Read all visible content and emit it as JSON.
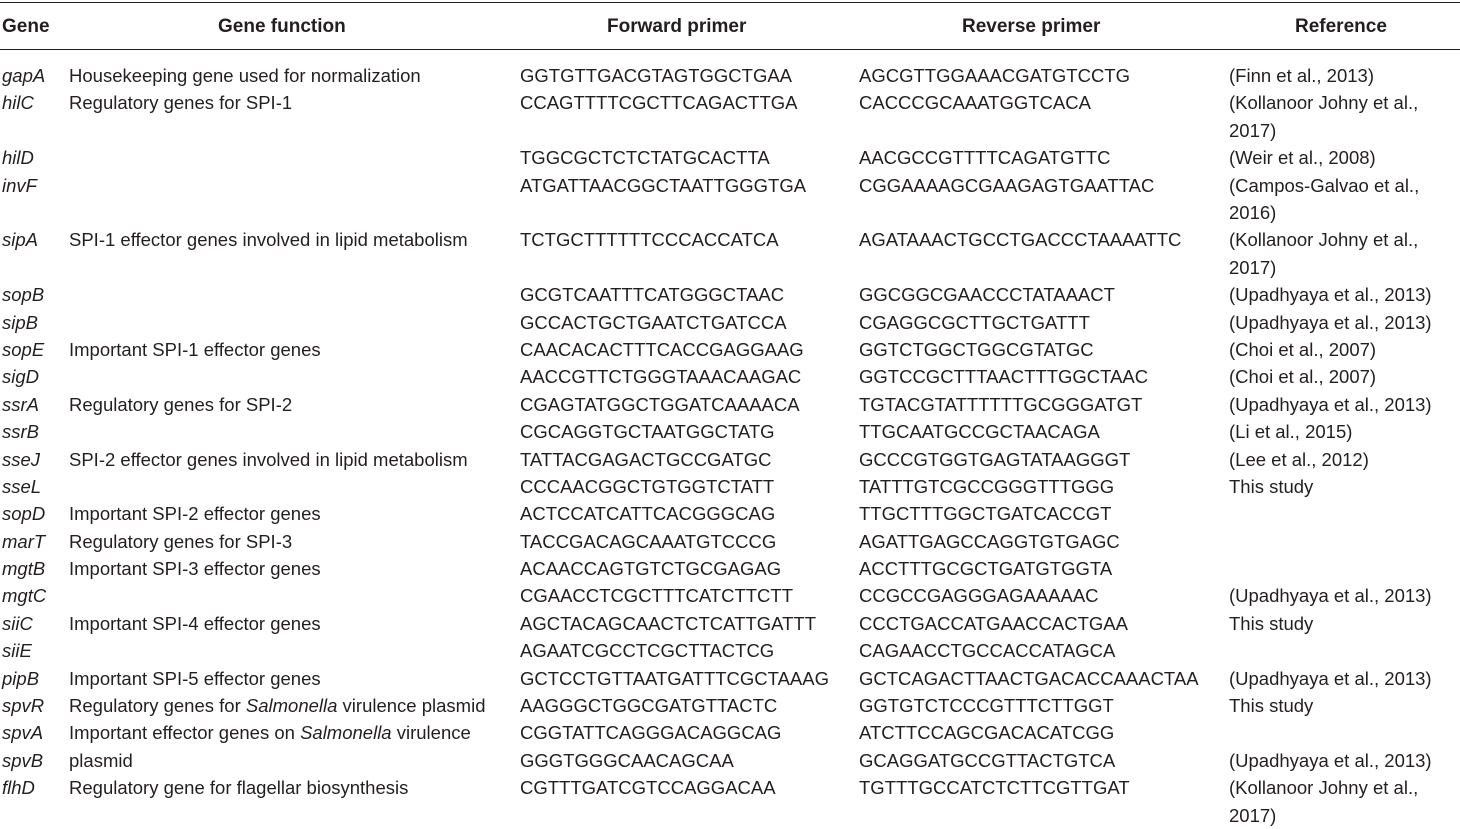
{
  "headers": {
    "gene": "Gene",
    "function": "Gene function",
    "forward": "Forward primer",
    "reverse": "Reverse primer",
    "reference": "Reference"
  },
  "rows": [
    {
      "gene": "gapA",
      "function": "Housekeeping gene used for normalization",
      "forward": "GGTGTTGACGTAGTGGCTGAA",
      "reverse": "AGCGTTGGAAACGATGTCCTG",
      "reference": "(Finn et al., 2013)"
    },
    {
      "gene": "hilC",
      "function": "Regulatory genes for SPI-1",
      "forward": "CCAGTTTTCGCTTCAGACTTGA",
      "reverse": "CACCCGCAAATGGTCACA",
      "reference": "(Kollanoor Johny et al., 2017)"
    },
    {
      "gene": "hilD",
      "function": "",
      "forward": "TGGCGCTCTCTATGCACTTA",
      "reverse": "AACGCCGTTTTCAGATGTTC",
      "reference": "(Weir et al., 2008)"
    },
    {
      "gene": "invF",
      "function": "",
      "forward": "ATGATTAACGGCTAATTGGGTGA",
      "reverse": "CGGAAAAGCGAAGAGTGAATTAC",
      "reference": "(Campos-Galvao et al., 2016)"
    },
    {
      "gene": "sipA",
      "function": "SPI-1 effector genes involved in lipid metabolism",
      "forward": "TCTGCTTTTTTCCCACCATCA",
      "reverse": "AGATAAACTGCCTGACCCTAAAATTC",
      "reference": "(Kollanoor Johny et al., 2017)"
    },
    {
      "gene": "sopB",
      "function": "",
      "forward": "GCGTCAATTTCATGGGCTAAC",
      "reverse": "GGCGGCGAACCCTATAAACT",
      "reference": "(Upadhyaya et al., 2013)"
    },
    {
      "gene": "sipB",
      "function": "",
      "forward": "GCCACTGCTGAATCTGATCCA",
      "reverse": "CGAGGCGCTTGCTGATTT",
      "reference": "(Upadhyaya et al., 2013)"
    },
    {
      "gene": "sopE",
      "function": "Important SPI-1 effector genes",
      "forward": "CAACACACTTTCACCGAGGAAG",
      "reverse": "GGTCTGGCTGGCGTATGC",
      "reference": "(Choi et al., 2007)"
    },
    {
      "gene": "sigD",
      "function": "",
      "forward": "AACCGTTCTGGGTAAACAAGAC",
      "reverse": "GGTCCGCTTTAACTTTGGCTAAC",
      "reference": "(Choi et al., 2007)"
    },
    {
      "gene": "ssrA",
      "function": "Regulatory genes for SPI-2",
      "forward": "CGAGTATGGCTGGATCAAAACA",
      "reverse": "TGTACGTATTTTTTGCGGGATGT",
      "reference": "(Upadhyaya et al., 2013)"
    },
    {
      "gene": "ssrB",
      "function": "",
      "forward": "CGCAGGTGCTAATGGCTATG",
      "reverse": "TTGCAATGCCGCTAACAGA",
      "reference": "(Li et al., 2015)"
    },
    {
      "gene": "sseJ",
      "function": "SPI-2 effector genes involved in lipid metabolism",
      "forward": "TATTACGAGACTGCCGATGC",
      "reverse": "GCCCGTGGTGAGTATAAGGGT",
      "reference": "(Lee et al., 2012)"
    },
    {
      "gene": "sseL",
      "function": "",
      "forward": "CCCAACGGCTGTGGTCTATT",
      "reverse": "TATTTGTCGCCGGGTTTGGG",
      "reference": "This study"
    },
    {
      "gene": "sopD",
      "function": "Important SPI-2 effector genes",
      "forward": "ACTCCATCATTCACGGGCAG",
      "reverse": "TTGCTTTGGCTGATCACCGT",
      "reference": ""
    },
    {
      "gene": "marT",
      "function": "Regulatory genes for SPI-3",
      "forward": "TACCGACAGCAAATGTCCCG",
      "reverse": "AGATTGAGCCAGGTGTGAGC",
      "reference": ""
    },
    {
      "gene": "mgtB",
      "function": "Important SPI-3 effector genes",
      "forward": "ACAACCAGTGTCTGCGAGAG",
      "reverse": "ACCTTTGCGCTGATGTGGTA",
      "reference": ""
    },
    {
      "gene": "mgtC",
      "function": "",
      "forward": "CGAACCTCGCTTTCATCTTCTT",
      "reverse": "CCGCCGAGGGAGAAAAAC",
      "reference": "(Upadhyaya et al., 2013)"
    },
    {
      "gene": "siiC",
      "function": "Important SPI-4 effector genes",
      "forward": "AGCTACAGCAACTCTCATTGATTT",
      "reverse": "CCCTGACCATGAACCACTGAA",
      "reference": "This study"
    },
    {
      "gene": "siiE",
      "function": "",
      "forward": "AGAATCGCCTCGCTTACTCG",
      "reverse": "CAGAACCTGCCACCATAGCA",
      "reference": ""
    },
    {
      "gene": "pipB",
      "function": "Important SPI-5 effector genes",
      "forward": "GCTCCTGTTAATGATTTCGCTAAAG",
      "reverse": "GCTCAGACTTAACTGACACCAAACTAA",
      "reference": "(Upadhyaya et al., 2013)"
    },
    {
      "gene": "spvR",
      "function_pre": "Regulatory genes for ",
      "function_it": "Salmonella",
      "function_post": " virulence plasmid",
      "forward": "AAGGGCTGGCGATGTTACTC",
      "reverse": "GGTGTCTCCCGTTTCTTGGT",
      "reference": "This study"
    },
    {
      "gene": "spvA",
      "function_pre": "Important effector genes on ",
      "function_it": "Salmonella",
      "function_post": " virulence",
      "forward": "CGGTATTCAGGGACAGGCAG",
      "reverse": "ATCTTCCAGCGACACATCGG",
      "reference": ""
    },
    {
      "gene": "spvB",
      "function": "plasmid",
      "forward": "GGGTGGGCAACAGCAA",
      "reverse": "GCAGGATGCCGTTACTGTCA",
      "reference": "(Upadhyaya et al., 2013)"
    },
    {
      "gene": "flhD",
      "function": "Regulatory gene for flagellar biosynthesis",
      "forward": "CGTTTGATCGTCCAGGACAA",
      "reverse": "TGTTTGCCATCTCTTCGTTGAT",
      "reference": "(Kollanoor Johny et al., 2017)"
    }
  ]
}
